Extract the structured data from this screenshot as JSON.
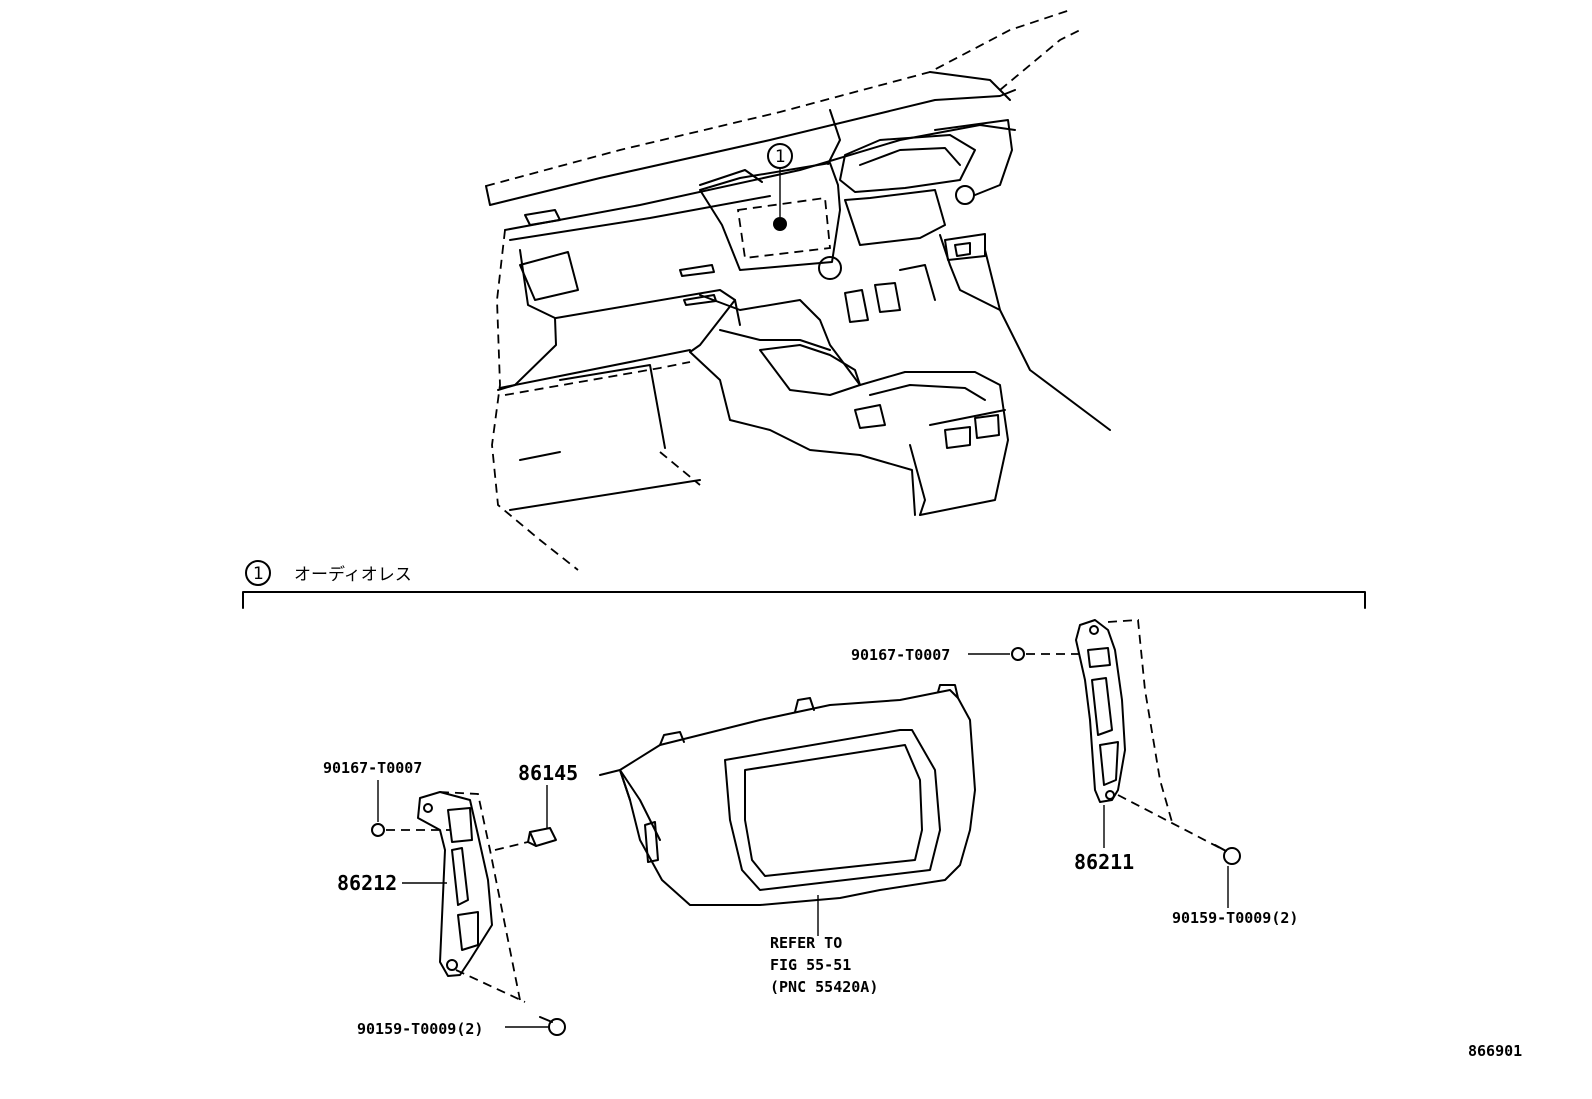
{
  "callout": {
    "number": "1",
    "caption": "オーディオレス"
  },
  "labels": {
    "bolt_left": "90167-T0007",
    "bracket_left": "86212",
    "connector": "86145",
    "screw_left": "90159-T0009(2)",
    "bolt_right": "90167-T0007",
    "bracket_right": "86211",
    "screw_right": "90159-T0009(2)",
    "refer_line1": "REFER TO",
    "refer_line2": "FIG 55-51",
    "refer_line3": "(PNC 55420A)"
  },
  "figure_id": "866901"
}
